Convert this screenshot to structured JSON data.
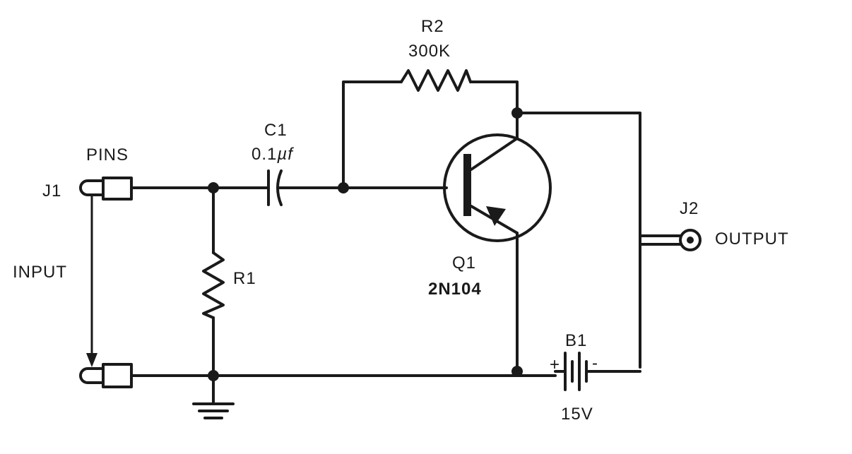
{
  "components": {
    "j1": {
      "ref": "J1",
      "type_label": "PINS",
      "signal_label": "INPUT"
    },
    "c1": {
      "ref": "C1",
      "value_prefix": "0.1",
      "value_unit": "µf"
    },
    "r1": {
      "ref": "R1"
    },
    "r2": {
      "ref": "R2",
      "value": "300K"
    },
    "q1": {
      "ref": "Q1",
      "part": "2N104"
    },
    "j2": {
      "ref": "J2",
      "signal_label": "OUTPUT"
    },
    "b1": {
      "ref": "B1",
      "value": "15V",
      "plus": "+",
      "minus": "-"
    }
  }
}
